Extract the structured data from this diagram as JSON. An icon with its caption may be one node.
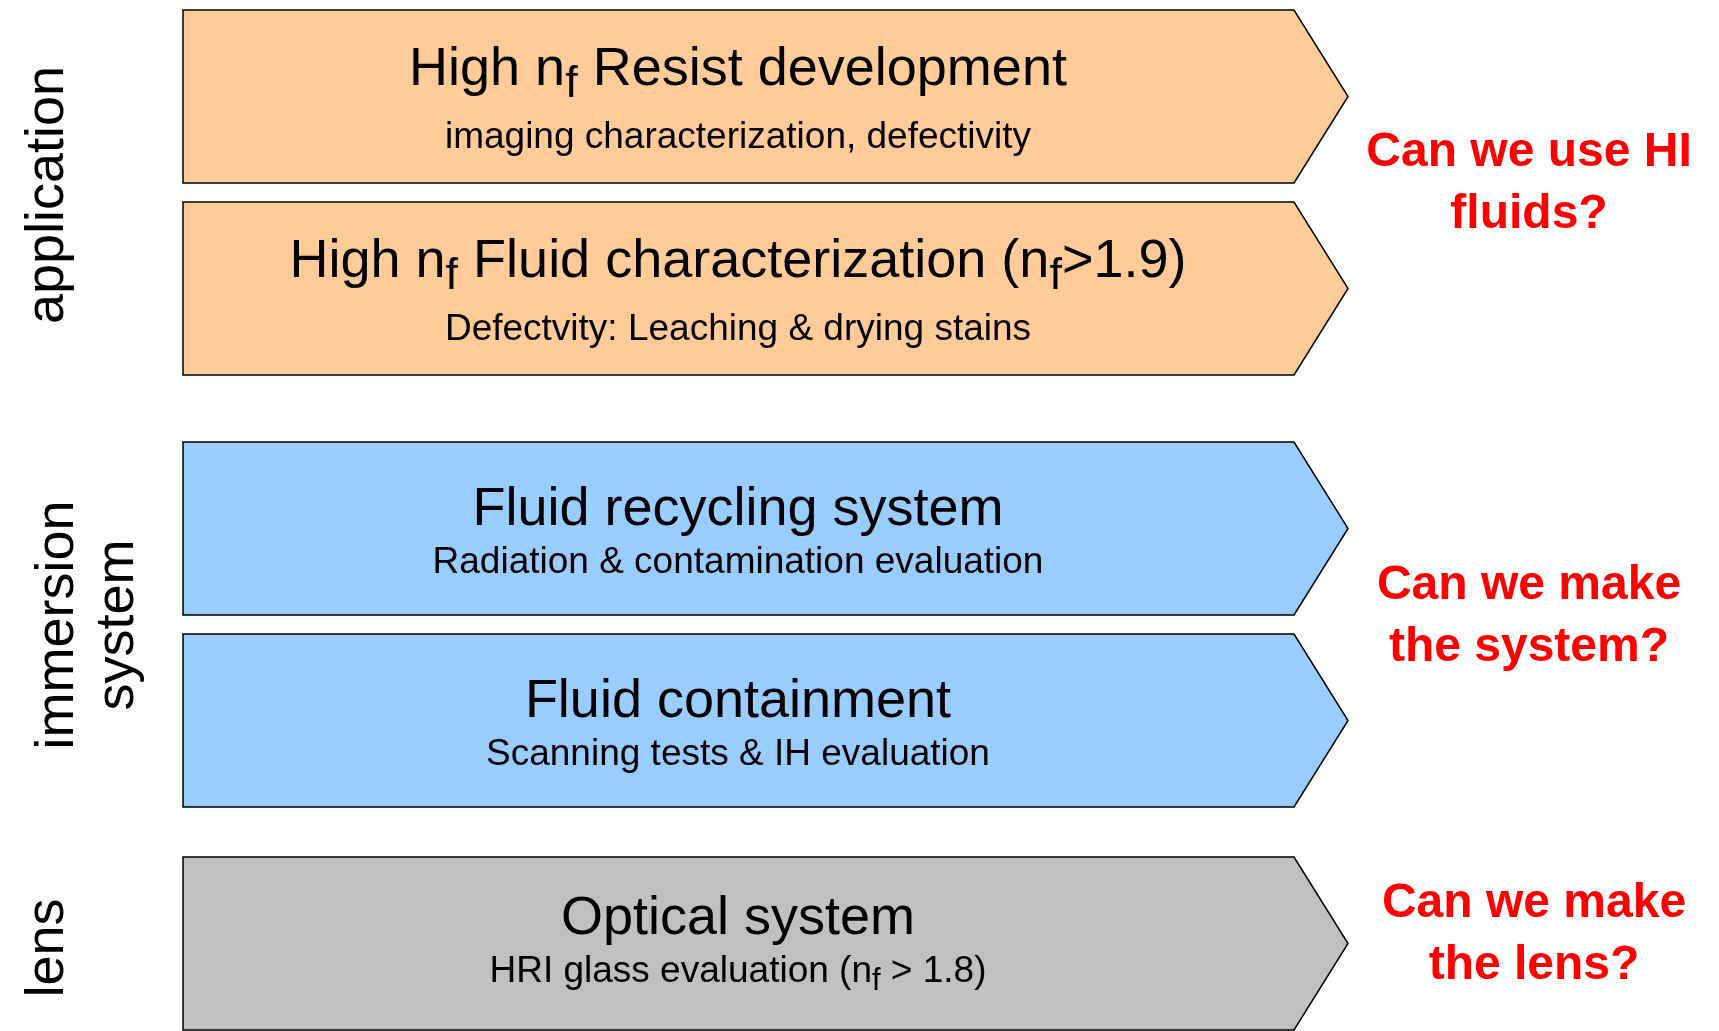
{
  "diagram": {
    "nodes": [
      {
        "text": [
          "High n$_{f}$ Resist development",
          "imaging characterization, defectivity"
        ]
      },
      {
        "text": [
          "High n$_{f}$ Fluid characterization (n$_{f}$>1.9)",
          "Defectvity:  Leaching & drying stains"
        ]
      },
      {
        "text": [
          "Fluid recycling system",
          "Radiation & contamination evaluation"
        ]
      },
      {
        "text": [
          "Fluid containment",
          "Scanning tests & IH evaluation"
        ]
      },
      {
        "text": [
          "Optical system",
          "HRI glass evaluation (n$_{f}$ > 1.8)"
        ]
      }
    ],
    "edges": [],
    "labels": [
      "application",
      "Can we use HI fluids?",
      "immersion system",
      "Can we make the system?",
      "lens",
      "Can we make the lens?"
    ]
  }
}
